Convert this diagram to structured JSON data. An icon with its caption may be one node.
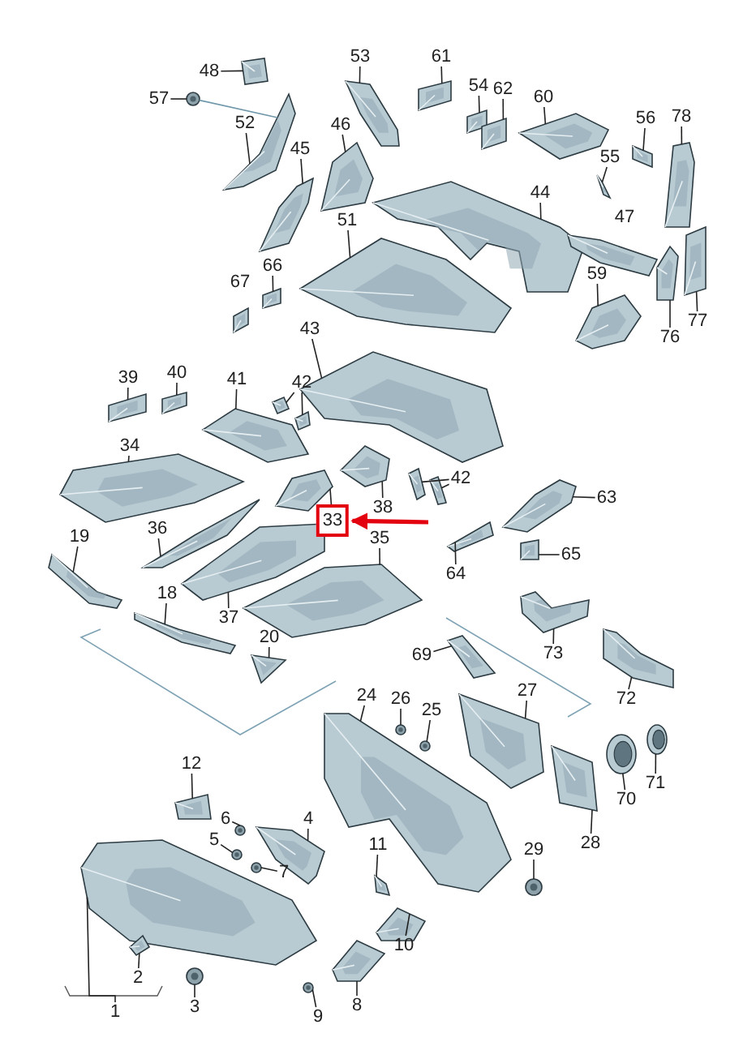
{
  "diagram": {
    "nodes": [
      {
        "text": [
          "53"
        ]
      },
      {
        "text": [
          "61"
        ]
      },
      {
        "text": [
          "48"
        ]
      },
      {
        "text": [
          "54"
        ]
      },
      {
        "text": [
          "62"
        ]
      },
      {
        "text": [
          "57"
        ]
      },
      {
        "text": [
          "60"
        ]
      },
      {
        "text": [
          "56"
        ]
      },
      {
        "text": [
          "78"
        ]
      },
      {
        "text": [
          "52"
        ]
      },
      {
        "text": [
          "46"
        ]
      },
      {
        "text": [
          "45"
        ]
      },
      {
        "text": [
          "55"
        ]
      },
      {
        "text": [
          "44"
        ]
      },
      {
        "text": [
          "51"
        ]
      },
      {
        "text": [
          "66"
        ]
      },
      {
        "text": [
          "59"
        ]
      },
      {
        "text": [
          "77"
        ]
      },
      {
        "text": [
          "43"
        ]
      },
      {
        "text": [
          "76"
        ]
      },
      {
        "text": [
          "40"
        ]
      },
      {
        "text": [
          "39"
        ]
      },
      {
        "text": [
          "41"
        ]
      },
      {
        "text": [
          "42"
        ]
      },
      {
        "text": [
          "34"
        ]
      },
      {
        "text": [
          "42"
        ]
      },
      {
        "text": [
          "63"
        ]
      },
      {
        "text": [
          "38"
        ]
      },
      {
        "text": [
          "33"
        ]
      },
      {
        "text": [
          "36"
        ]
      },
      {
        "text": [
          "19"
        ]
      },
      {
        "text": [
          "35"
        ]
      },
      {
        "text": [
          "65"
        ]
      },
      {
        "text": [
          "64"
        ]
      },
      {
        "text": [
          "18"
        ]
      },
      {
        "text": [
          "37"
        ]
      },
      {
        "text": [
          "20"
        ]
      },
      {
        "text": [
          "73"
        ]
      },
      {
        "text": [
          "69"
        ]
      },
      {
        "text": [
          "72"
        ]
      },
      {
        "text": [
          "24"
        ]
      },
      {
        "text": [
          "26"
        ]
      },
      {
        "text": [
          "27"
        ]
      },
      {
        "text": [
          "25"
        ]
      },
      {
        "text": [
          "12"
        ]
      },
      {
        "text": [
          "70"
        ]
      },
      {
        "text": [
          "71"
        ]
      },
      {
        "text": [
          "6"
        ]
      },
      {
        "text": [
          "4"
        ]
      },
      {
        "text": [
          "5"
        ]
      },
      {
        "text": [
          "11"
        ]
      },
      {
        "text": [
          "28"
        ]
      },
      {
        "text": [
          "29"
        ]
      },
      {
        "text": [
          "7"
        ]
      },
      {
        "text": [
          "10"
        ]
      },
      {
        "text": [
          "2"
        ]
      },
      {
        "text": [
          "8"
        ]
      },
      {
        "text": [
          "3"
        ]
      },
      {
        "text": [
          "1"
        ]
      },
      {
        "text": [
          "9"
        ]
      },
      {
        "text": [],
        "shape": "picture"
      },
      {
        "text": [],
        "shape": "picture"
      },
      {
        "text": [],
        "shape": "picture"
      },
      {
        "text": [],
        "shape": "picture"
      },
      {
        "text": [],
        "shape": "picture"
      },
      {
        "text": [],
        "shape": "picture"
      },
      {
        "text": [],
        "shape": "picture"
      },
      {
        "text": [],
        "shape": "picture"
      },
      {
        "text": [],
        "shape": "picture"
      },
      {
        "text": [],
        "shape": "picture"
      },
      {
        "text": [],
        "shape": "picture"
      },
      {
        "text": [],
        "shape": "picture"
      },
      {
        "text": [],
        "shape": "picture"
      },
      {
        "text": [],
        "shape": "picture"
      },
      {
        "text": [],
        "shape": "picture"
      },
      {
        "text": [],
        "shape": "picture"
      },
      {
        "text": [],
        "shape": "picture"
      },
      {
        "text": [],
        "shape": "picture"
      },
      {
        "text": [],
        "shape": "picture"
      },
      {
        "text": [],
        "shape": "picture"
      },
      {
        "text": [],
        "shape": "picture"
      },
      {
        "text": [],
        "shape": "picture"
      },
      {
        "text": [],
        "shape": "picture"
      },
      {
        "text": [],
        "shape": "picture"
      },
      {
        "text": [],
        "shape": "picture"
      },
      {
        "text": [],
        "shape": "picture"
      },
      {
        "text": [],
        "shape": "picture"
      },
      {
        "text": [],
        "shape": "picture"
      },
      {
        "text": [],
        "shape": "picture"
      },
      {
        "text": [],
        "shape": "picture"
      },
      {
        "text": [],
        "shape": "picture"
      },
      {
        "text": [],
        "shape": "picture"
      },
      {
        "text": [],
        "shape": "picture"
      },
      {
        "text": [],
        "shape": "picture"
      },
      {
        "text": [],
        "shape": "picture"
      },
      {
        "text": [],
        "shape": "picture"
      },
      {
        "text": [],
        "shape": "picture"
      },
      {
        "text": [],
        "shape": "picture"
      },
      {
        "text": [],
        "shape": "picture"
      },
      {
        "text": [],
        "shape": "picture"
      },
      {
        "text": [],
        "shape": "picture"
      },
      {
        "text": [],
        "shape": "picture"
      },
      {
        "text": [],
        "shape": "picture"
      },
      {
        "text": [],
        "shape": "picture"
      },
      {
        "text": [],
        "shape": "picture"
      },
      {
        "text": [],
        "shape": "picture"
      },
      {
        "text": [],
        "shape": "picture"
      },
      {
        "text": [],
        "shape": "picture"
      },
      {
        "text": [],
        "shape": "picture"
      },
      {
        "text": [],
        "shape": "picture"
      },
      {
        "text": [],
        "shape": "picture"
      },
      {
        "text": [],
        "shape": "picture"
      },
      {
        "text": [],
        "shape": "picture"
      },
      {
        "text": [],
        "shape": "picture"
      },
      {
        "text": [],
        "shape": "picture"
      },
      {
        "text": [],
        "shape": "picture"
      },
      {
        "text": [],
        "shape": "picture"
      },
      {
        "text": [],
        "shape": "picture"
      },
      {
        "text": [],
        "shape": "picture"
      },
      {
        "text": [],
        "shape": "picture"
      },
      {
        "text": [],
        "shape": "picture"
      },
      {
        "text": [],
        "shape": "picture"
      },
      {
        "text": [],
        "shape": "picture"
      },
      {
        "text": [],
        "shape": "picture"
      }
    ],
    "edges": [
      {
        "from": 0,
        "to": 64,
        "arrow": "none"
      },
      {
        "from": 1,
        "to": 65,
        "arrow": "none"
      },
      {
        "from": 2,
        "to": 60,
        "arrow": "none"
      },
      {
        "from": 3,
        "to": 66,
        "arrow": "none"
      },
      {
        "from": 4,
        "to": 67,
        "arrow": "none"
      },
      {
        "from": 5,
        "to": 115,
        "arrow": "none"
      },
      {
        "from": 6,
        "to": 68,
        "arrow": "none"
      },
      {
        "from": 7,
        "to": 69,
        "arrow": "none"
      },
      {
        "from": 8,
        "to": 70,
        "arrow": "none"
      },
      {
        "from": 9,
        "to": 61,
        "arrow": "none"
      },
      {
        "from": 10,
        "to": 63,
        "arrow": "none"
      },
      {
        "from": 11,
        "to": 62,
        "arrow": "none"
      },
      {
        "from": 12,
        "to": 71,
        "arrow": "none"
      },
      {
        "from": 13,
        "to": 72,
        "arrow": "none"
      },
      {
        "from": 14,
        "to": 77,
        "arrow": "none"
      },
      {
        "from": 15,
        "to": 78,
        "arrow": "none"
      },
      {
        "from": 16,
        "to": 76,
        "arrow": "none"
      },
      {
        "from": 17,
        "to": 75,
        "arrow": "none"
      },
      {
        "from": 18,
        "to": 80,
        "arrow": "none"
      },
      {
        "from": 19,
        "to": 74,
        "arrow": "none"
      },
      {
        "from": 20,
        "to": 82,
        "arrow": "none"
      },
      {
        "from": 21,
        "to": 81,
        "arrow": "none"
      },
      {
        "from": 22,
        "to": 83,
        "arrow": "none"
      },
      {
        "from": 23,
        "to": 84,
        "arrow": "none"
      },
      {
        "from": 23,
        "to": 85,
        "arrow": "none"
      },
      {
        "from": 24,
        "to": 86,
        "arrow": "none"
      },
      {
        "from": 25,
        "to": 89,
        "arrow": "none"
      },
      {
        "from": 25,
        "to": 90,
        "arrow": "none"
      },
      {
        "from": 26,
        "to": 91,
        "arrow": "none"
      },
      {
        "from": 27,
        "to": 88,
        "arrow": "none"
      },
      {
        "from": 28,
        "to": 87,
        "arrow": "none"
      },
      {
        "from": 29,
        "to": 94,
        "arrow": "none"
      },
      {
        "from": 30,
        "to": 95,
        "arrow": "none"
      },
      {
        "from": 31,
        "to": 97,
        "arrow": "none"
      },
      {
        "from": 32,
        "to": 93,
        "arrow": "none"
      },
      {
        "from": 33,
        "to": 92,
        "arrow": "none"
      },
      {
        "from": 34,
        "to": 98,
        "arrow": "none"
      },
      {
        "from": 35,
        "to": 96,
        "arrow": "none"
      },
      {
        "from": 36,
        "to": 99,
        "arrow": "none"
      },
      {
        "from": 37,
        "to": 100,
        "arrow": "none"
      },
      {
        "from": 38,
        "to": 101,
        "arrow": "none"
      },
      {
        "from": 39,
        "to": 102,
        "arrow": "none"
      },
      {
        "from": 40,
        "to": 103,
        "arrow": "none"
      },
      {
        "from": 41,
        "to": 116,
        "arrow": "none"
      },
      {
        "from": 42,
        "to": 104,
        "arrow": "none"
      },
      {
        "from": 43,
        "to": 117,
        "arrow": "none"
      },
      {
        "from": 44,
        "to": 106,
        "arrow": "none"
      },
      {
        "from": 45,
        "to": 113,
        "arrow": "none"
      },
      {
        "from": 46,
        "to": 114,
        "arrow": "none"
      },
      {
        "from": 47,
        "to": 119,
        "arrow": "none"
      },
      {
        "from": 48,
        "to": 107,
        "arrow": "none"
      },
      {
        "from": 49,
        "to": 120,
        "arrow": "none"
      },
      {
        "from": 50,
        "to": 108,
        "arrow": "none"
      },
      {
        "from": 51,
        "to": 105,
        "arrow": "none"
      },
      {
        "from": 52,
        "to": 118,
        "arrow": "none"
      },
      {
        "from": 53,
        "to": 121,
        "arrow": "none"
      },
      {
        "from": 54,
        "to": 109,
        "arrow": "none"
      },
      {
        "from": 55,
        "to": 112,
        "arrow": "none"
      },
      {
        "from": 56,
        "to": 110,
        "arrow": "none"
      },
      {
        "from": 57,
        "to": 123,
        "arrow": "none"
      },
      {
        "from": 58,
        "to": 111,
        "arrow": "none"
      },
      {
        "from": 59,
        "to": 122,
        "arrow": "none"
      },
      {
        "from": null,
        "to": 28,
        "arrow": "to",
        "style": "thick",
        "color": "#e3000f"
      },
      {
        "from": 115,
        "to": 61,
        "arrow": "none",
        "color": "#6f97aa"
      }
    ],
    "labels": [
      "47",
      "67"
    ]
  }
}
